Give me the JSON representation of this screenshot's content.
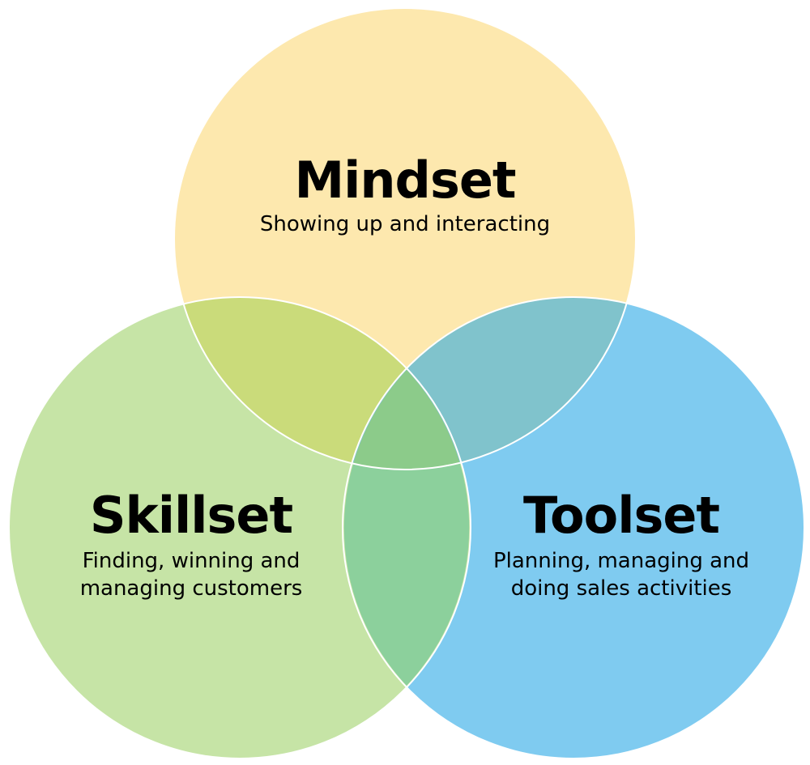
{
  "diagram": {
    "sets": [
      {
        "id": "mindset",
        "title": "Mindset",
        "description": "Showing up and interacting",
        "color": "#FDE59C"
      },
      {
        "id": "skillset",
        "title": "Skillset",
        "description_lines": [
          "Finding, winning and",
          "managing customers"
        ],
        "color": "#B5DB8A"
      },
      {
        "id": "toolset",
        "title": "Toolset",
        "description_lines": [
          "Planning, managing and",
          "doing sales activities"
        ],
        "color": "#5DBBEB"
      }
    ],
    "outline_color": "#FFFFFF"
  }
}
